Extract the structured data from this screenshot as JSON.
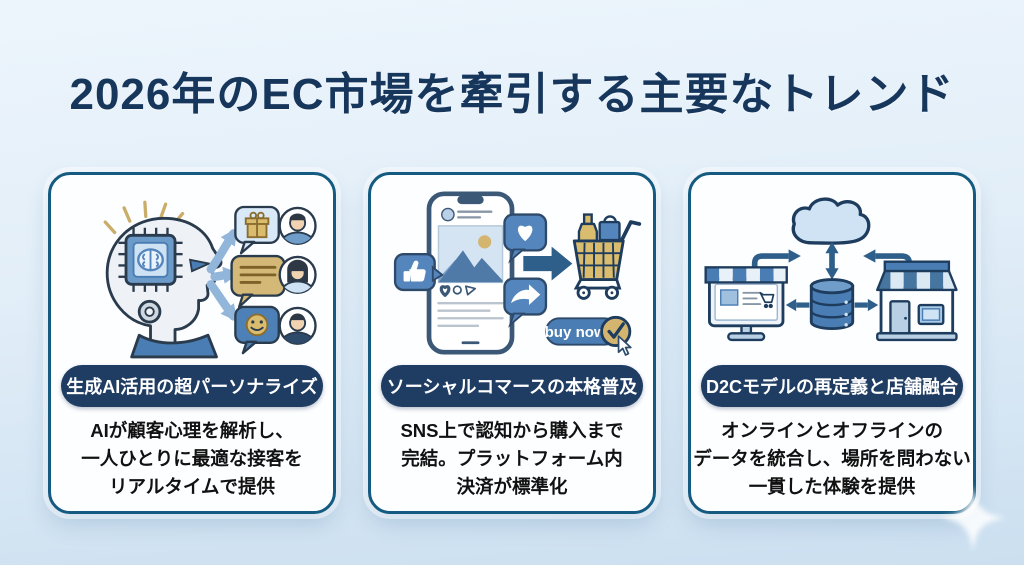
{
  "page": {
    "title": "2026年のEC市場を牽引する主要なトレンド"
  },
  "colors": {
    "background_top": "#edf5fc",
    "background_bottom": "#cbdff0",
    "title_navy": "#16365c",
    "card_border": "#155a80",
    "badge_navy": "#1f3c63",
    "body_text": "#111111",
    "illustration_blue": "#4a7db3",
    "illustration_light_blue": "#cfe3f5",
    "illustration_gold": "#d9bc6e",
    "arrow_blue": "#2e5f8a"
  },
  "cards": [
    {
      "badge": "生成AI活用の超パーソナライズ",
      "body_lines": [
        "AIが顧客心理を解析し、",
        "一人ひとりに最適な接客を",
        "リアルタイムで提供"
      ]
    },
    {
      "badge": "ソーシャルコマースの本格普及",
      "body_lines": [
        "SNS上で認知から購入まで",
        "完結。プラットフォーム内",
        "決済が標準化"
      ],
      "buy_now_label": "buy now"
    },
    {
      "badge": "D2Cモデルの再定義と店舗融合",
      "body_lines": [
        "オンラインとオフラインの",
        "データを統合し、場所を問わない",
        "一貫した体験を提供"
      ]
    }
  ]
}
